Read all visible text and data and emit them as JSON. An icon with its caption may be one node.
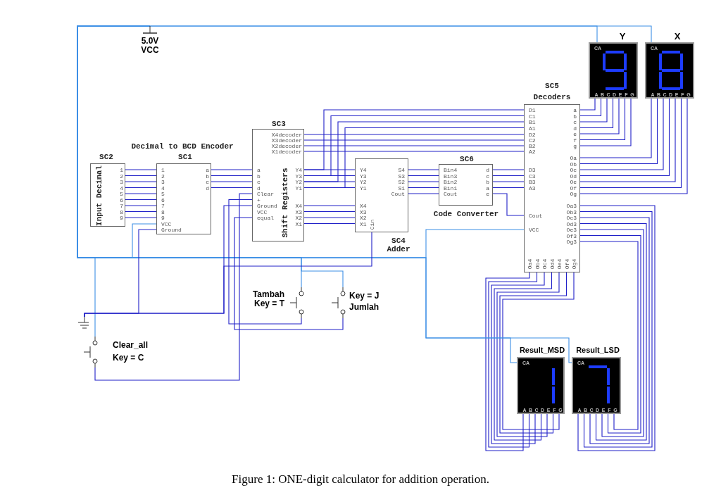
{
  "diagram": {
    "caption": "Figure 1: ONE-digit calculator for addition operation.",
    "nodes": [
      {
        "text": [
          "5.0V",
          "VCC"
        ]
      },
      {
        "text": [
          "SC2",
          "Input Decimal",
          "1",
          "2",
          "3",
          "4",
          "5",
          "6",
          "7",
          "8",
          "9"
        ]
      },
      {
        "text": [
          "SC1",
          "1",
          "2",
          "3",
          "4",
          "5",
          "6",
          "7",
          "8",
          "9",
          "VCC",
          "Ground",
          "a",
          "b",
          "c",
          "d"
        ],
        "beside": [
          "Decimal to BCD Encoder"
        ]
      },
      {
        "text": [
          "SC3",
          "Shift Registers",
          "X4decoder",
          "X3decoder",
          "X2decoder",
          "X1decoder",
          "a",
          "b",
          "c",
          "d",
          "Clear",
          "+",
          "Ground",
          "VCC",
          "equal",
          "Y4",
          "Y3",
          "Y2",
          "Y1",
          "X4",
          "X3",
          "X2",
          "X1"
        ]
      },
      {
        "text": [
          "SC4",
          "Adder",
          "Y4",
          "Y3",
          "Y2",
          "Y1",
          "X4",
          "X3",
          "X2",
          "X1",
          "Cin",
          "S4",
          "S3",
          "S2",
          "S1",
          "Cout"
        ]
      },
      {
        "text": [
          "SC6",
          "Bin4",
          "Bin3",
          "Bin2",
          "Bin1",
          "Cout",
          "d",
          "c",
          "b",
          "a",
          "e"
        ],
        "beside": [
          "Code Converter"
        ]
      },
      {
        "text": [
          "SC5",
          "Decoders",
          "D1",
          "C1",
          "B1",
          "A1",
          "D2",
          "C2",
          "B2",
          "A2",
          "D3",
          "C3",
          "B3",
          "A3",
          "Cout",
          "VCC",
          "a",
          "b",
          "c",
          "d",
          "e",
          "f",
          "g",
          "Oa",
          "Ob",
          "Oc",
          "Od",
          "Oe",
          "Of",
          "Og",
          "Oa3",
          "Ob3",
          "Oc3",
          "Od3",
          "Oe3",
          "Of3",
          "Og3",
          "Oa4",
          "Ob4",
          "Oc4",
          "Od4",
          "Oe4",
          "Of4",
          "Og4"
        ]
      },
      {
        "text": [
          "Y",
          "CA",
          "A",
          "B",
          "C",
          "D",
          "E",
          "F",
          "G"
        ]
      },
      {
        "text": [
          "X",
          "CA",
          "A",
          "B",
          "C",
          "D",
          "E",
          "F",
          "G"
        ]
      },
      {
        "text": [
          "Result_MSD",
          "CA",
          "A",
          "B",
          "C",
          "D",
          "E",
          "F",
          "G"
        ]
      },
      {
        "text": [
          "Result_LSD",
          "CA",
          "A",
          "B",
          "C",
          "D",
          "E",
          "F",
          "G"
        ]
      },
      {
        "text": [],
        "shape": "ground"
      },
      {
        "text": [
          "Tambah",
          "Key = T"
        ]
      },
      {
        "text": [
          "Key = J",
          "Jumlah"
        ]
      },
      {
        "text": [
          "Clear_all",
          "Key = C"
        ]
      }
    ],
    "edges": [
      {
        "from": 1,
        "to": 2,
        "arrow": "none"
      },
      {
        "from": 1,
        "to": 2,
        "arrow": "none"
      },
      {
        "from": 1,
        "to": 2,
        "arrow": "none"
      },
      {
        "from": 1,
        "to": 2,
        "arrow": "none"
      },
      {
        "from": 1,
        "to": 2,
        "arrow": "none"
      },
      {
        "from": 1,
        "to": 2,
        "arrow": "none"
      },
      {
        "from": 1,
        "to": 2,
        "arrow": "none"
      },
      {
        "from": 1,
        "to": 2,
        "arrow": "none"
      },
      {
        "from": 1,
        "to": 2,
        "arrow": "none"
      },
      {
        "from": 2,
        "to": 3,
        "arrow": "none"
      },
      {
        "from": 2,
        "to": 3,
        "arrow": "none"
      },
      {
        "from": 2,
        "to": 3,
        "arrow": "none"
      },
      {
        "from": 2,
        "to": 3,
        "arrow": "none"
      },
      {
        "from": 3,
        "to": 4,
        "arrow": "none"
      },
      {
        "from": 3,
        "to": 4,
        "arrow": "none"
      },
      {
        "from": 3,
        "to": 4,
        "arrow": "none"
      },
      {
        "from": 3,
        "to": 4,
        "arrow": "none"
      },
      {
        "from": 3,
        "to": 4,
        "arrow": "none"
      },
      {
        "from": 3,
        "to": 4,
        "arrow": "none"
      },
      {
        "from": 3,
        "to": 4,
        "arrow": "none"
      },
      {
        "from": 3,
        "to": 4,
        "arrow": "none"
      },
      {
        "from": 3,
        "to": 6,
        "arrow": "none"
      },
      {
        "from": 3,
        "to": 6,
        "arrow": "none"
      },
      {
        "from": 3,
        "to": 6,
        "arrow": "none"
      },
      {
        "from": 3,
        "to": 6,
        "arrow": "none"
      },
      {
        "from": 3,
        "to": 6,
        "arrow": "none"
      },
      {
        "from": 3,
        "to": 6,
        "arrow": "none"
      },
      {
        "from": 3,
        "to": 6,
        "arrow": "none"
      },
      {
        "from": 3,
        "to": 6,
        "arrow": "none"
      },
      {
        "from": 4,
        "to": 5,
        "arrow": "none"
      },
      {
        "from": 4,
        "to": 5,
        "arrow": "none"
      },
      {
        "from": 4,
        "to": 5,
        "arrow": "none"
      },
      {
        "from": 4,
        "to": 5,
        "arrow": "none"
      },
      {
        "from": 4,
        "to": 5,
        "arrow": "none"
      },
      {
        "from": 5,
        "to": 6,
        "arrow": "none"
      },
      {
        "from": 5,
        "to": 6,
        "arrow": "none"
      },
      {
        "from": 5,
        "to": 6,
        "arrow": "none"
      },
      {
        "from": 5,
        "to": 6,
        "arrow": "none"
      },
      {
        "from": 5,
        "to": 6,
        "arrow": "none"
      },
      {
        "from": 6,
        "to": 7,
        "arrow": "none"
      },
      {
        "from": 6,
        "to": 7,
        "arrow": "none"
      },
      {
        "from": 6,
        "to": 7,
        "arrow": "none"
      },
      {
        "from": 6,
        "to": 7,
        "arrow": "none"
      },
      {
        "from": 6,
        "to": 7,
        "arrow": "none"
      },
      {
        "from": 6,
        "to": 7,
        "arrow": "none"
      },
      {
        "from": 6,
        "to": 7,
        "arrow": "none"
      },
      {
        "from": 6,
        "to": 8,
        "arrow": "none"
      },
      {
        "from": 6,
        "to": 8,
        "arrow": "none"
      },
      {
        "from": 6,
        "to": 8,
        "arrow": "none"
      },
      {
        "from": 6,
        "to": 8,
        "arrow": "none"
      },
      {
        "from": 6,
        "to": 8,
        "arrow": "none"
      },
      {
        "from": 6,
        "to": 8,
        "arrow": "none"
      },
      {
        "from": 6,
        "to": 8,
        "arrow": "none"
      },
      {
        "from": 6,
        "to": 9,
        "arrow": "none"
      },
      {
        "from": 6,
        "to": 9,
        "arrow": "none"
      },
      {
        "from": 6,
        "to": 9,
        "arrow": "none"
      },
      {
        "from": 6,
        "to": 9,
        "arrow": "none"
      },
      {
        "from": 6,
        "to": 9,
        "arrow": "none"
      },
      {
        "from": 6,
        "to": 9,
        "arrow": "none"
      },
      {
        "from": 6,
        "to": 9,
        "arrow": "none"
      },
      {
        "from": 6,
        "to": 10,
        "arrow": "none"
      },
      {
        "from": 6,
        "to": 10,
        "arrow": "none"
      },
      {
        "from": 6,
        "to": 10,
        "arrow": "none"
      },
      {
        "from": 6,
        "to": 10,
        "arrow": "none"
      },
      {
        "from": 6,
        "to": 10,
        "arrow": "none"
      },
      {
        "from": 6,
        "to": 10,
        "arrow": "none"
      },
      {
        "from": 6,
        "to": 10,
        "arrow": "none"
      },
      {
        "from": 0,
        "to": 7,
        "arrow": "none",
        "color": "#3d8fe6"
      },
      {
        "from": 0,
        "to": 8,
        "arrow": "none",
        "color": "#3d8fe6"
      },
      {
        "from": 0,
        "to": 2,
        "arrow": "none",
        "color": "#3d8fe6"
      },
      {
        "from": 0,
        "to": 14,
        "arrow": "none",
        "color": "#3d8fe6"
      },
      {
        "from": 0,
        "to": 12,
        "arrow": "none",
        "color": "#3d8fe6"
      },
      {
        "from": 0,
        "to": 13,
        "arrow": "none",
        "color": "#3d8fe6"
      },
      {
        "from": 0,
        "to": 6,
        "arrow": "none",
        "color": "#3d8fe6"
      },
      {
        "from": 0,
        "to": 9,
        "arrow": "none",
        "color": "#3d8fe6"
      },
      {
        "from": 0,
        "to": 10,
        "arrow": "none",
        "color": "#3d8fe6"
      },
      {
        "from": 11,
        "to": 2,
        "arrow": "none"
      },
      {
        "from": 11,
        "to": 3,
        "arrow": "none"
      },
      {
        "from": 4,
        "to": 11,
        "arrow": "none"
      },
      {
        "from": 12,
        "to": 3,
        "arrow": "none"
      },
      {
        "from": 13,
        "to": 3,
        "arrow": "none"
      },
      {
        "from": 14,
        "to": 3,
        "arrow": "none"
      }
    ]
  }
}
